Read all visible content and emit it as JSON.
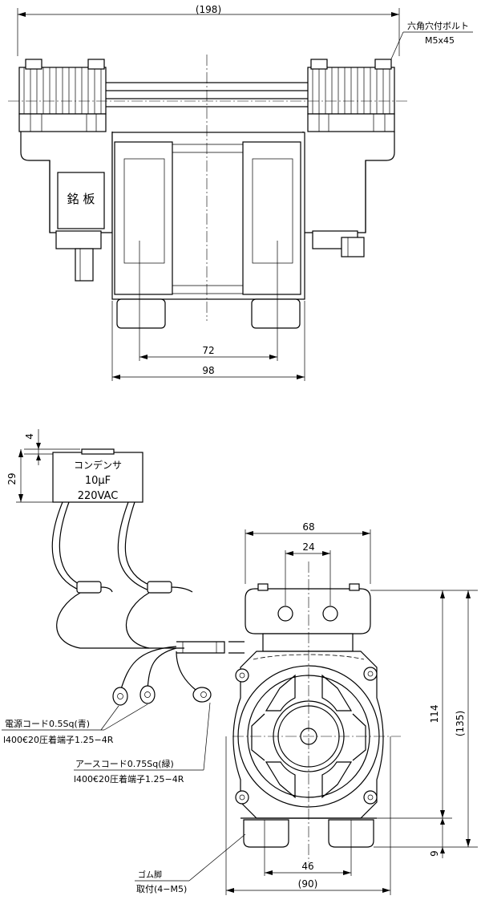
{
  "dimensions": {
    "overall_width": "(198)",
    "head_pitch": "72",
    "body_width": "98",
    "cap_offset": "4",
    "cap_height": "29",
    "front_width": "68",
    "port_pitch": "24",
    "mount_pitch": "46",
    "front_total_width": "(90)",
    "height_114": "114",
    "height_total": "(135)",
    "foot_height": "9"
  },
  "labels": {
    "bolt_line1": "六角穴付ボルト",
    "bolt_line2": "M5x45",
    "nameplate": "銘 板",
    "capacitor_line1": "コンデンサ",
    "capacitor_line2": "10μF",
    "capacitor_line3": "220VAC",
    "power_cord_line1": "電源コード0.5Sq(青)",
    "power_cord_line2": "l400€20圧着端子1.25−4R",
    "earth_cord_line1": "アースコード0.75Sq(緑)",
    "earth_cord_line2": "l400€20圧着端子1.25−4R",
    "rubber_foot": "ゴム脚",
    "mounting": "取付(4−M5)"
  }
}
